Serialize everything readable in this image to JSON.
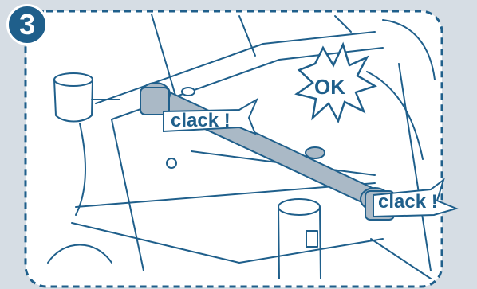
{
  "step_number": "3",
  "callouts": {
    "clack_left": "clack !",
    "clack_right": "clack !",
    "ok": "OK"
  },
  "colors": {
    "outline": "#1f5f8b",
    "background": "#d6dde4",
    "panel": "#ffffff",
    "highlight": "#aab9c6"
  }
}
